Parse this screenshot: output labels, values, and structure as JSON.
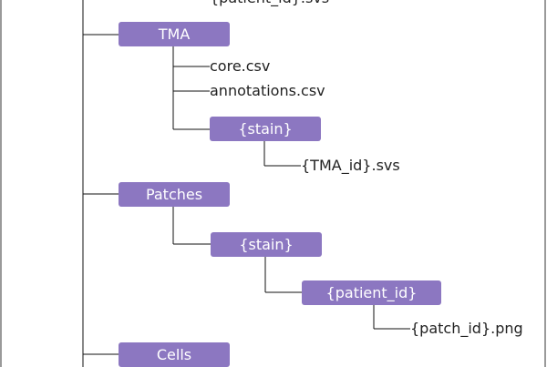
{
  "diagram": {
    "nodes": {
      "tma": "TMA",
      "tma_stain": "{stain}",
      "patches": "Patches",
      "patches_stain": "{stain}",
      "patient_id": "{patient_id}",
      "cells": "Cells"
    },
    "leaves": {
      "top_partial": "{patient_id}.svs",
      "core_csv": "core.csv",
      "annotations_csv": "annotations.csv",
      "tma_svs": "{TMA_id}.svs",
      "patch_png": "{patch_id}.png"
    },
    "colors": {
      "node_fill": "#8c77c1",
      "node_text": "#ffffff",
      "connector": "#111111",
      "frame": "#9a9a9a"
    }
  }
}
